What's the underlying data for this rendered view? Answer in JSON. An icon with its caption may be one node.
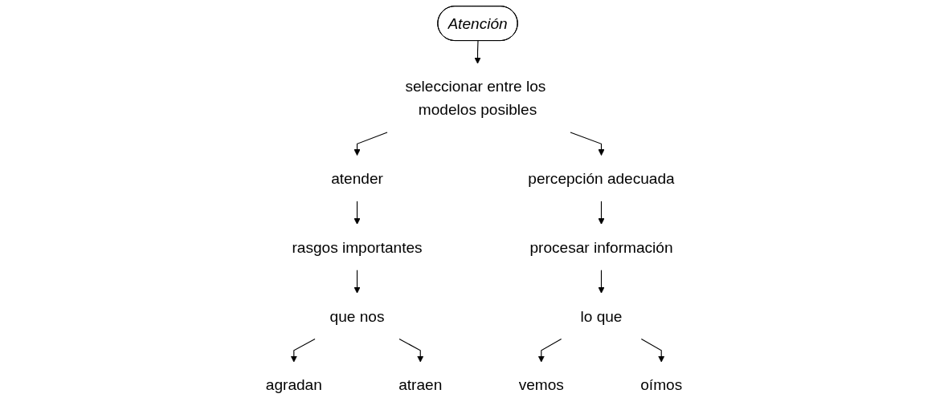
{
  "diagram": {
    "nodes": [
      {
        "text": [
          "Atención"
        ]
      },
      {
        "text": [
          "seleccionar entre los modelos posibles"
        ]
      },
      {
        "text": [
          "atender"
        ]
      },
      {
        "text": [
          "percepción adecuada"
        ]
      },
      {
        "text": [
          "rasgos importantes"
        ]
      },
      {
        "text": [
          "que nos"
        ]
      },
      {
        "text": [
          "agradan"
        ]
      },
      {
        "text": [
          "atraen"
        ]
      },
      {
        "text": [
          "procesar información"
        ]
      },
      {
        "text": [
          "lo que"
        ]
      },
      {
        "text": [
          "vemos"
        ]
      },
      {
        "text": [
          "oímos"
        ]
      }
    ],
    "edges": [
      {
        "from": 0,
        "to": 1,
        "arrow": "to"
      },
      {
        "from": 1,
        "to": 2,
        "arrow": "to"
      },
      {
        "from": 1,
        "to": 3,
        "arrow": "to"
      },
      {
        "from": 2,
        "to": 4,
        "arrow": "to"
      },
      {
        "from": 4,
        "to": 5,
        "arrow": "to"
      },
      {
        "from": 5,
        "to": 6,
        "arrow": "to"
      },
      {
        "from": 5,
        "to": 7,
        "arrow": "to"
      },
      {
        "from": 3,
        "to": 8,
        "arrow": "to"
      },
      {
        "from": 8,
        "to": 9,
        "arrow": "to"
      },
      {
        "from": 9,
        "to": 10,
        "arrow": "to"
      },
      {
        "from": 9,
        "to": 11,
        "arrow": "to"
      }
    ]
  }
}
